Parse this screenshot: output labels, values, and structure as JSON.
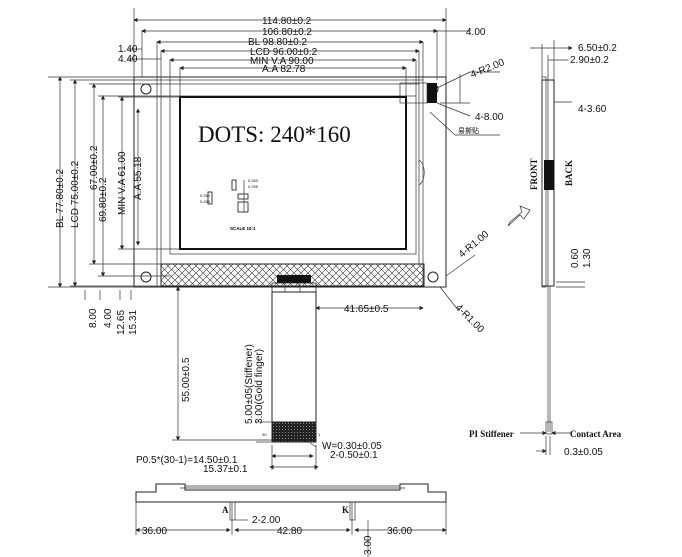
{
  "front_view": {
    "dots": "DOTS: 240*160",
    "width_outline": "114.80±0.2",
    "width_bl": "106.80±0.2",
    "width_lcd_bl": "BL  98.80±0.2",
    "width_lcd": "LCD  96.00±0.2",
    "width_min_va": "MIN V.A  90.00",
    "width_aa": "A.A  82.78",
    "left_140": "1.40",
    "left_440": "4.40",
    "right_400": "4.00",
    "radius_r2": "4-R2.00",
    "hole_4_8": "4-8.00",
    "peel_label": "易撕贴",
    "radius_r1_top": "4-R1.00",
    "radius_r1_bottom": "4-R1.00",
    "height_bl": "BL  77.80±0.2",
    "height_lcd": "LCD  75.00±0.2",
    "height_67": "67.00±0.2",
    "height_698": "69.80±0.2",
    "height_min_va": "MIN V.A  61.00",
    "height_aa": "A.A  55.18",
    "bottom_800": "8.00",
    "bottom_400": "4.00",
    "bottom_1265": "12.65",
    "bottom_1531": "15.31",
    "fpc_length": "55.00±0.5",
    "fpc_offset": "41.65±0.5",
    "stiffener_label": "5.00±05(Stiffener)",
    "gold_finger_label": "3.00(Gold finger)",
    "pin_width": "W=0.30±0.05",
    "pin_gap": "2-0.50±0.1",
    "pitch_label": "P0.5*(30-1)=14.50±0.1",
    "fpc_width": "15.37±0.1",
    "pin_30": "30",
    "pin_1": "1",
    "scale_label": "SCALE 10:1",
    "scale_vals": [
      "0.260",
      "0.295",
      "0.260",
      "0.295"
    ]
  },
  "side_view": {
    "thick_total": "6.50±0.2",
    "thick_lcd": "2.90±0.2",
    "edge_36": "4-3.60",
    "front_label": "FRONT",
    "back_label": "BACK",
    "gap_060": "0.60",
    "gap_130": "1.30",
    "pi_stiffener": "PI Stiffener",
    "contact_area": "Contact Area",
    "contact_thick": "0.3±0.05"
  },
  "bottom_view": {
    "label_a": "A",
    "label_k": "K",
    "pad_2": "2-2.00",
    "left_36": "36.00",
    "mid_428": "42.80",
    "right_36": "36.00",
    "height_3": "3.00"
  }
}
